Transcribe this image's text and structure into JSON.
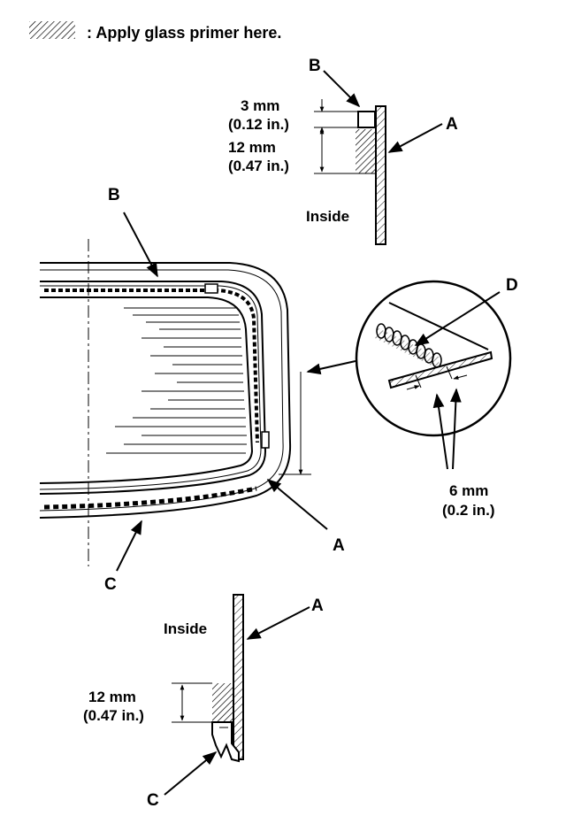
{
  "legend": {
    "text": ": Apply glass primer here."
  },
  "top_detail": {
    "label_b": "B",
    "label_a": "A",
    "dim1_mm": "3 mm",
    "dim1_in": "(0.12 in.)",
    "dim2_mm": "12 mm",
    "dim2_in": "(0.47 in.)",
    "inside": "Inside"
  },
  "main_view": {
    "label_b": "B",
    "label_a": "A",
    "label_c": "C"
  },
  "zoom_detail": {
    "label_d": "D",
    "dim_mm": "6 mm",
    "dim_in": "(0.2 in.)"
  },
  "bottom_detail": {
    "label_a": "A",
    "label_c": "C",
    "inside": "Inside",
    "dim_mm": "12 mm",
    "dim_in": "(0.47 in.)"
  }
}
